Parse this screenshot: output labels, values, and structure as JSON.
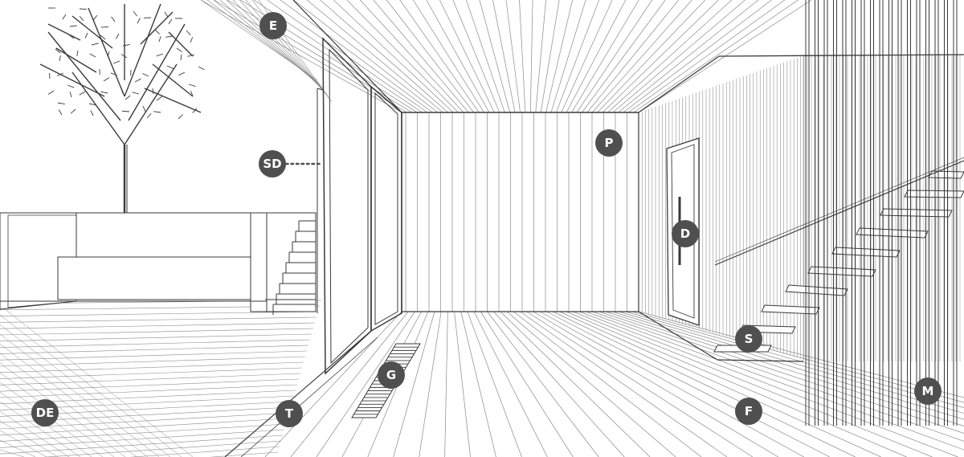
{
  "colors": {
    "line": "#3a3a3a",
    "light_line": "#8a8a8a",
    "badge_fill": "#4f4f4f",
    "badge_text": "#ffffff",
    "background": "#ffffff"
  },
  "labels": [
    {
      "id": "E",
      "text": "E"
    },
    {
      "id": "SD",
      "text": "SD"
    },
    {
      "id": "P",
      "text": "P"
    },
    {
      "id": "D",
      "text": "D"
    },
    {
      "id": "S",
      "text": "S"
    },
    {
      "id": "G",
      "text": "G"
    },
    {
      "id": "DE",
      "text": "DE"
    },
    {
      "id": "T",
      "text": "T"
    },
    {
      "id": "F",
      "text": "F"
    },
    {
      "id": "M",
      "text": "M"
    }
  ]
}
